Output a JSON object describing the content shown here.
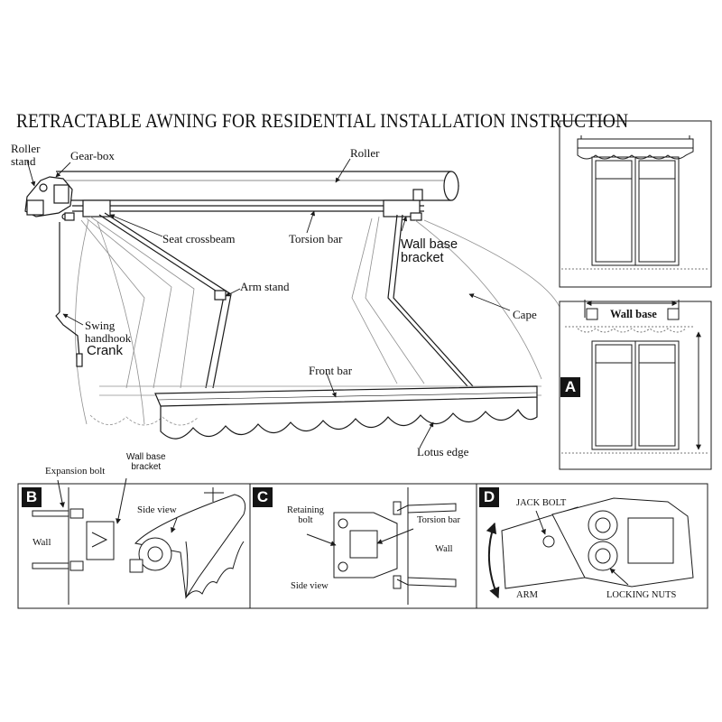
{
  "title": "RETRACTABLE AWNING FOR RESIDENTIAL INSTALLATION INSTRUCTION",
  "main_labels": {
    "roller_stand": "Roller stand",
    "roller_stand_l1": "Roller",
    "roller_stand_l2": "stand",
    "gear_box": "Gear-box",
    "roller": "Roller",
    "seat_crossbeam": "Seat crossbeam",
    "torsion_bar": "Torsion bar",
    "wall_base_bracket_l1": "Wall base",
    "wall_base_bracket_l2": "bracket",
    "arm_stand": "Arm stand",
    "cape": "Cape",
    "swing_l1": "Swing",
    "swing_l2": "handhook",
    "crank": "Crank",
    "front_bar": "Front bar",
    "lotus_edge": "Lotus edge"
  },
  "panel_a": {
    "badge": "A",
    "wall_base": "Wall base"
  },
  "panel_b": {
    "badge": "B",
    "expansion_bolt": "Expansion bolt",
    "wall": "Wall",
    "wall_base_bracket_l1": "Wall base",
    "wall_base_bracket_l2": "bracket",
    "side_view": "Side view"
  },
  "panel_c": {
    "badge": "C",
    "retaining_bolt_l1": "Retaining",
    "retaining_bolt_l2": "bolt",
    "torsion_bar": "Torsion bar",
    "wall": "Wall",
    "side_view": "Side view"
  },
  "panel_d": {
    "badge": "D",
    "jack_bolt": "JACK BOLT",
    "arm": "ARM",
    "locking_nuts": "LOCKING NUTS"
  },
  "colors": {
    "line": "#1a1a1a",
    "faint": "#9a9a9a",
    "badge_bg": "#141414",
    "badge_text": "#ffffff"
  }
}
